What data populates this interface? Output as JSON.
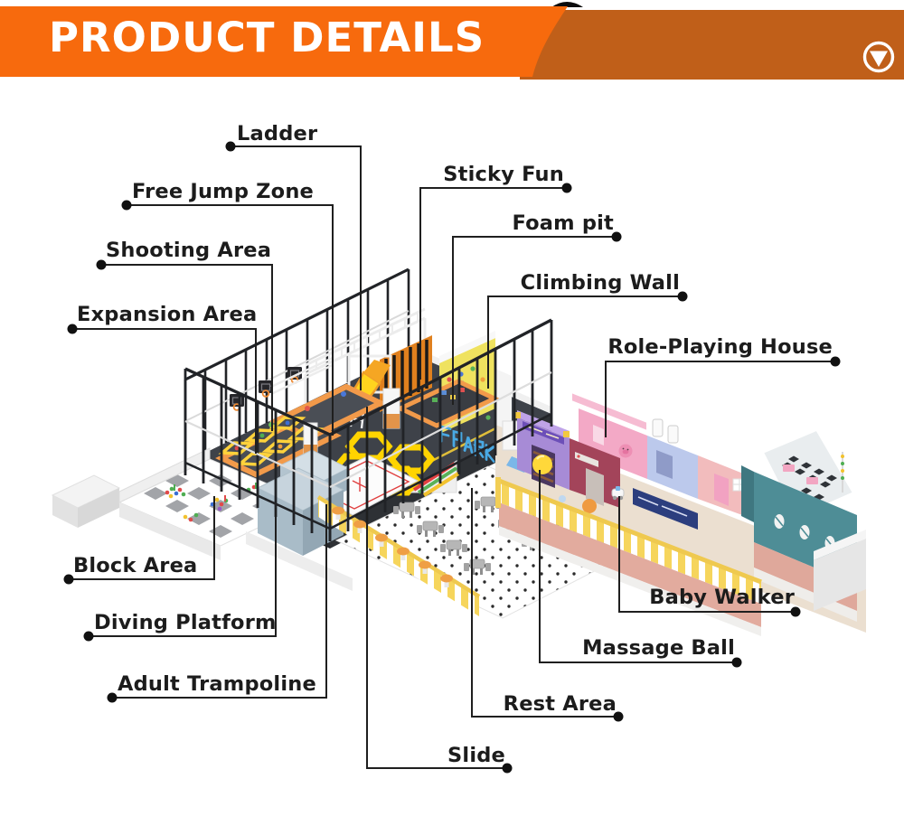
{
  "header": {
    "title": "PRODUCT DETAILS",
    "icons": [
      "circle-arrow-down-icon"
    ],
    "colors": {
      "banner": "#F76A0D",
      "ribbon": "#C05F19",
      "title": "#FFFFFF",
      "fold": "#0C0C0C"
    }
  },
  "diagram": {
    "label_color": "#1C1C1C",
    "line_color": "#1F1F1F",
    "labels": [
      {
        "id": "ladder",
        "text": "Ladder"
      },
      {
        "id": "sticky-fun",
        "text": "Sticky Fun"
      },
      {
        "id": "free-jump-zone",
        "text": "Free Jump Zone"
      },
      {
        "id": "foam-pit",
        "text": "Foam pit"
      },
      {
        "id": "shooting-area",
        "text": "Shooting Area"
      },
      {
        "id": "climbing-wall",
        "text": "Climbing Wall"
      },
      {
        "id": "expansion-area",
        "text": "Expansion Area"
      },
      {
        "id": "role-playing-house",
        "text": "Role-Playing House"
      },
      {
        "id": "block-area",
        "text": "Block Area"
      },
      {
        "id": "baby-walker",
        "text": "Baby Walker"
      },
      {
        "id": "diving-platform",
        "text": "Diving Platform"
      },
      {
        "id": "massage-ball",
        "text": "Massage Ball"
      },
      {
        "id": "adult-trampoline",
        "text": "Adult Trampoline"
      },
      {
        "id": "rest-area",
        "text": "Rest Area"
      },
      {
        "id": "slide",
        "text": "Slide"
      }
    ],
    "illustration_colors": {
      "platform": "#3E4249",
      "trampoline_frame": "#F29A4A",
      "accent_yellow": "#FFD400",
      "slide": "#FFD41E",
      "sticky_wall": "#E0801E",
      "climbing_wall": "#EFE25F",
      "fence_stripe": "#F6D55C",
      "house_purple": "#A78BD6",
      "house_pink": "#F3A9C6",
      "house_maroon": "#A3445A",
      "house_lavender": "#BCC9EC",
      "house_teal": "#4E8D96",
      "base_salmon": "#E2AB9E",
      "stool_orange": "#EF9F45"
    }
  }
}
